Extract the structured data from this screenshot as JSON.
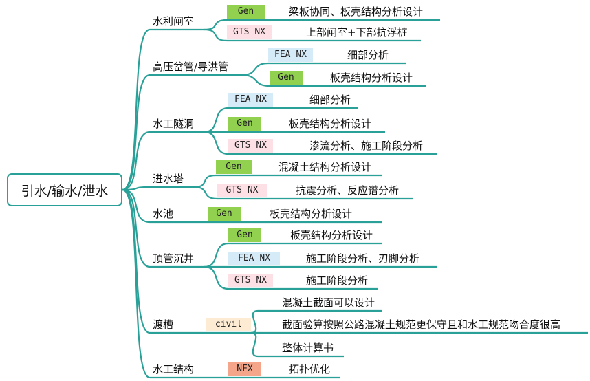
{
  "root": "引水/输水/泄水",
  "tag_colors": {
    "Gen": "#92d050",
    "GTS NX": "#fde0e6",
    "FEA NX": "#d5ebf8",
    "civil": "#fdebd3",
    "NFX": "#f4a58a"
  },
  "line_color": "#2aa198",
  "categories": [
    {
      "label": "水利闸室",
      "items": [
        {
          "tag": "Gen",
          "text": "梁板协同、板壳结构分析设计"
        },
        {
          "tag": "GTS NX",
          "text": "上部闸室+下部抗浮桩"
        }
      ]
    },
    {
      "label": "高压岔管/导洪管",
      "items": [
        {
          "tag": "FEA NX",
          "text": "细部分析"
        },
        {
          "tag": "Gen",
          "text": "板壳结构分析设计"
        }
      ]
    },
    {
      "label": "水工隧洞",
      "items": [
        {
          "tag": "FEA NX",
          "text": "细部分析"
        },
        {
          "tag": "Gen",
          "text": "板壳结构分析设计"
        },
        {
          "tag": "GTS NX",
          "text": "渗流分析、施工阶段分析"
        }
      ]
    },
    {
      "label": "进水塔",
      "items": [
        {
          "tag": "Gen",
          "text": "混凝土结构分析设计"
        },
        {
          "tag": "GTS NX",
          "text": "抗震分析、反应谱分析"
        }
      ]
    },
    {
      "label": "水池",
      "items": [
        {
          "tag": "Gen",
          "text": "板壳结构分析设计"
        }
      ]
    },
    {
      "label": "顶管沉井",
      "items": [
        {
          "tag": "Gen",
          "text": "板壳结构分析设计"
        },
        {
          "tag": "FEA NX",
          "text": "施工阶段分析、刃脚分析"
        },
        {
          "tag": "GTS NX",
          "text": "施工阶段分析"
        }
      ]
    },
    {
      "label": "渡槽",
      "tag": "civil",
      "items": [
        {
          "text": "混凝土截面可以设计"
        },
        {
          "text": "截面验算按照公路混凝土规范更保守且和水工规范吻合度很高"
        },
        {
          "text": "整体计算书"
        }
      ]
    },
    {
      "label": "水工结构",
      "items": [
        {
          "tag": "NFX",
          "text": "拓扑优化"
        }
      ]
    }
  ]
}
